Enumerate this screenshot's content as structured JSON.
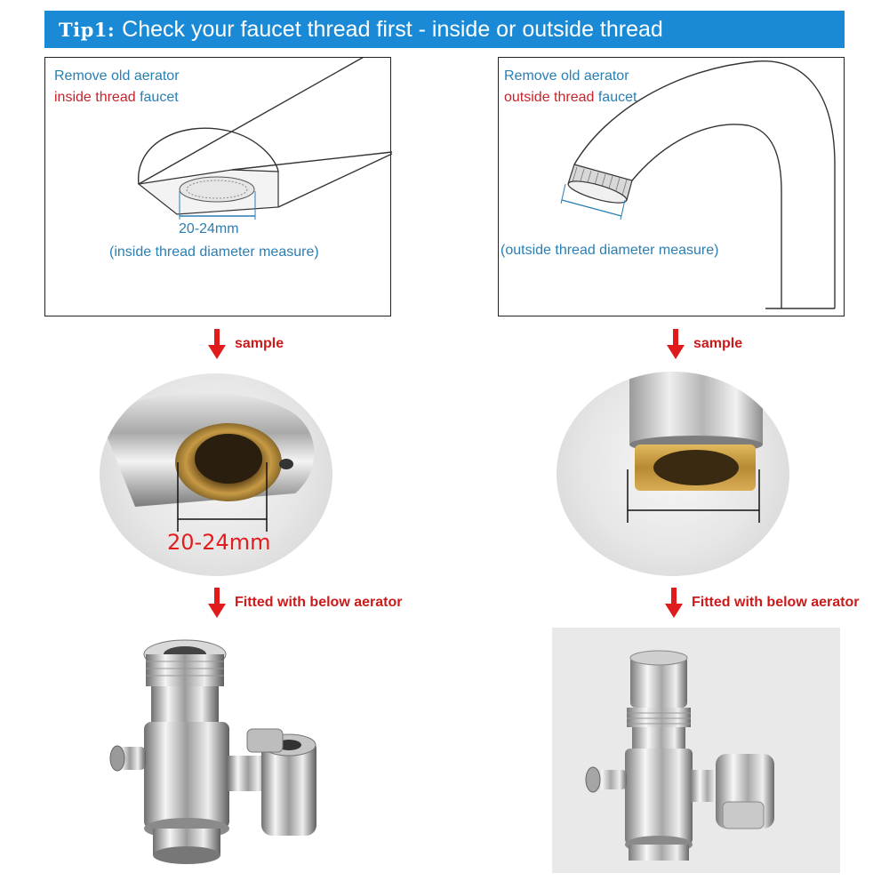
{
  "banner": {
    "tip_label": "Tip1:",
    "text": "Check your faucet thread first -  inside or outside thread"
  },
  "left_panel": {
    "line1": "Remove old aerator",
    "line2_red": "inside thread",
    "line2_blue": "faucet",
    "measure_value": "20-24mm",
    "measure_note": "(inside thread diameter measure)"
  },
  "right_panel": {
    "line1": "Remove old aerator",
    "line2_red": "outside thread",
    "line2_blue": "faucet",
    "measure_note": "(outside thread diameter measure)"
  },
  "left_sample": {
    "label": "sample",
    "measure_value": "20-24mm"
  },
  "right_sample": {
    "label": "sample"
  },
  "left_fitted": {
    "label": "Fitted with below aerator"
  },
  "right_fitted": {
    "label": "Fitted with below aerator"
  },
  "colors": {
    "banner": "#1a8ad6",
    "blue_text": "#2a7fb3",
    "red_text": "#c6232b",
    "arrow": "#e01b1b"
  }
}
